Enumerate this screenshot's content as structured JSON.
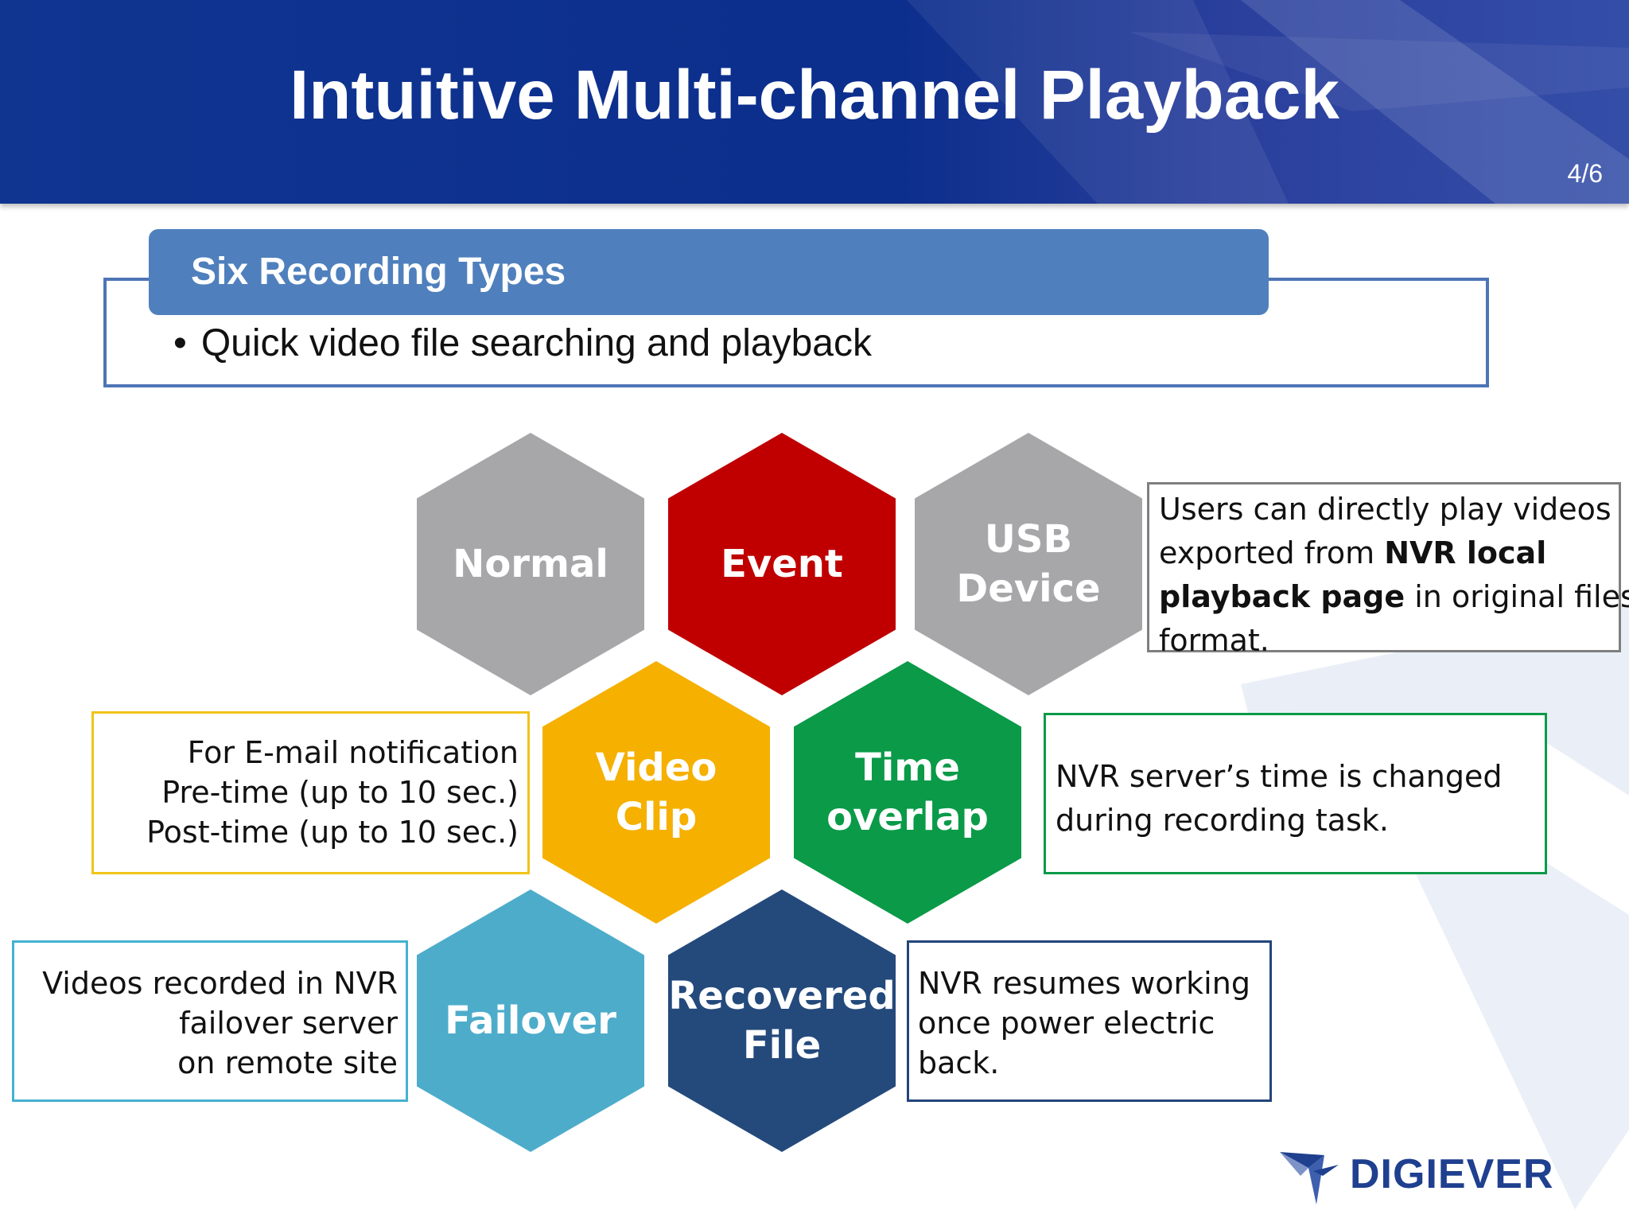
{
  "header": {
    "title": "Intuitive Multi-channel Playback",
    "page_indicator": "4/6"
  },
  "section": {
    "title": "Six Recording Types",
    "bullet": "Quick video file searching and playback"
  },
  "hexagons": [
    {
      "key": "normal",
      "lines": [
        "Normal"
      ],
      "color": "#a7a6a9"
    },
    {
      "key": "event",
      "lines": [
        "Event"
      ],
      "color": "#c00000"
    },
    {
      "key": "usb",
      "lines": [
        "USB",
        "Device"
      ],
      "color": "#a7a6a9"
    },
    {
      "key": "clip",
      "lines": [
        "Video",
        "Clip"
      ],
      "color": "#f5b000"
    },
    {
      "key": "time",
      "lines": [
        "Time",
        "overlap"
      ],
      "color": "#0a9a48"
    },
    {
      "key": "failover",
      "lines": [
        "Failover"
      ],
      "color": "#4eaccb"
    },
    {
      "key": "recovered",
      "lines": [
        "Recovered",
        "File"
      ],
      "color": "#244a7c"
    }
  ],
  "notes": {
    "usb": {
      "pre": "Users can directly play videos exported from ",
      "strong": "NVR local playback page",
      "post": " in original files format.",
      "lines": [
        [
          "Users can directly play videos"
        ],
        [
          "exported from ",
          "NVR local"
        ],
        [
          "playback page",
          " in original files"
        ],
        [
          "format."
        ]
      ]
    },
    "clip": [
      "For E-mail notification",
      "Pre-time (up to 10 sec.)",
      "Post-time (up to 10 sec.)"
    ],
    "time": [
      "NVR server’s time is changed",
      "during recording task."
    ],
    "failover": [
      "Videos recorded in NVR",
      "failover server",
      "on remote site"
    ],
    "recovered": [
      "NVR resumes working",
      "once power electric",
      "back."
    ]
  },
  "logo": {
    "text": "DIGIEVER"
  }
}
